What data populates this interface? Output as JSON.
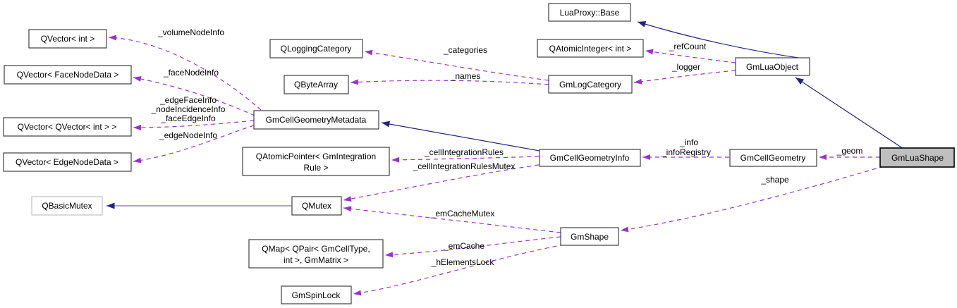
{
  "diagram": {
    "kind": "class-collaboration-graph",
    "selected_node": "GmLuaShape",
    "colors": {
      "usage_edge": "#9932cc",
      "inheritance_edge": "#24247e",
      "node_border": "#404040",
      "external_node_border": "#c2c2c2",
      "node_fill": "#ffffff",
      "selected_node_fill": "#bfbfbf",
      "background": "#ffffff"
    },
    "nodes": {
      "qvector_int": {
        "label": "QVector< int >"
      },
      "qvector_facenodedata": {
        "label": "QVector< FaceNodeData >"
      },
      "qvector_qvector_int": {
        "label": "QVector< QVector< int > >"
      },
      "qvector_edgenodedata": {
        "label": "QVector< EdgeNodeData >"
      },
      "qloggingcategory": {
        "label": "QLoggingCategory"
      },
      "qbytearray": {
        "label": "QByteArray"
      },
      "gmcellgeometrymetadata": {
        "label": "GmCellGeometryMetadata"
      },
      "qatomicpointer_gmintegrationrule": {
        "line1": "QAtomicPointer< GmIntegration",
        "line2": "Rule >"
      },
      "qbasicmutex": {
        "label": "QBasicMutex"
      },
      "qmutex": {
        "label": "QMutex"
      },
      "qmap_qpair_gmcelltype": {
        "line1": "QMap< QPair< GmCellType,",
        "line2": "int >, GmMatrix >"
      },
      "gmspinlock": {
        "label": "GmSpinLock"
      },
      "luaproxy_base": {
        "label": "LuaProxy::Base"
      },
      "qatomicinteger_int": {
        "label": "QAtomicInteger< int >"
      },
      "gmlogcategory": {
        "label": "GmLogCategory"
      },
      "gmluaobject": {
        "label": "GmLuaObject"
      },
      "gmcellgeometryinfo": {
        "label": "GmCellGeometryInfo"
      },
      "gmcellgeometry": {
        "label": "GmCellGeometry"
      },
      "gmluashape": {
        "label": "GmLuaShape"
      },
      "gmshape": {
        "label": "GmShape"
      }
    },
    "edges": [
      {
        "from": "GmCellGeometryMetadata",
        "to": "QVector< int >",
        "type": "usage",
        "labels": [
          "_volumeNodeInfo"
        ]
      },
      {
        "from": "GmCellGeometryMetadata",
        "to": "QVector< FaceNodeData >",
        "type": "usage",
        "labels": [
          "_faceNodeInfo"
        ]
      },
      {
        "from": "GmCellGeometryMetadata",
        "to": "QVector< QVector< int > >",
        "type": "usage",
        "labels": [
          "_edgeFaceInfo",
          "_nodeIncidenceInfo",
          "_faceEdgeInfo"
        ]
      },
      {
        "from": "GmCellGeometryMetadata",
        "to": "QVector< EdgeNodeData >",
        "type": "usage",
        "labels": [
          "_edgeNodeInfo"
        ]
      },
      {
        "from": "GmLogCategory",
        "to": "QLoggingCategory",
        "type": "usage",
        "labels": [
          "_categories"
        ]
      },
      {
        "from": "GmLogCategory",
        "to": "QByteArray",
        "type": "usage",
        "labels": [
          "_names"
        ]
      },
      {
        "from": "GmLuaObject",
        "to": "QAtomicInteger< int >",
        "type": "usage",
        "labels": [
          "_refCount"
        ]
      },
      {
        "from": "GmLuaObject",
        "to": "GmLogCategory",
        "type": "usage",
        "labels": [
          "_logger"
        ]
      },
      {
        "from": "GmCellGeometry",
        "to": "GmCellGeometryInfo",
        "type": "usage",
        "labels": [
          "_info",
          "_infoRegistry"
        ]
      },
      {
        "from": "GmLuaShape",
        "to": "GmCellGeometry",
        "type": "usage",
        "labels": [
          "_geom"
        ]
      },
      {
        "from": "GmCellGeometryInfo",
        "to": "QAtomicPointer< GmIntegrationRule >",
        "type": "usage",
        "labels": [
          "_cellIntegrationRules"
        ]
      },
      {
        "from": "GmCellGeometryInfo",
        "to": "QMutex",
        "type": "usage",
        "labels": [
          "_cellIntegrationRulesMutex"
        ]
      },
      {
        "from": "GmShape",
        "to": "QMutex",
        "type": "usage",
        "labels": [
          "_emCacheMutex"
        ]
      },
      {
        "from": "GmShape",
        "to": "QMap< QPair< GmCellType, int >, GmMatrix >",
        "type": "usage",
        "labels": [
          "_emCache"
        ]
      },
      {
        "from": "GmShape",
        "to": "GmSpinLock",
        "type": "usage",
        "labels": [
          "_hElementsLock"
        ]
      },
      {
        "from": "GmLuaShape",
        "to": "GmShape",
        "type": "usage",
        "labels": [
          "_shape"
        ]
      },
      {
        "from": "GmLuaObject",
        "to": "LuaProxy::Base",
        "type": "inheritance",
        "labels": []
      },
      {
        "from": "GmLuaShape",
        "to": "GmLuaObject",
        "type": "inheritance",
        "labels": []
      },
      {
        "from": "GmCellGeometryInfo",
        "to": "GmCellGeometryMetadata",
        "type": "inheritance",
        "labels": []
      },
      {
        "from": "QMutex",
        "to": "QBasicMutex",
        "type": "inheritance",
        "labels": []
      }
    ]
  }
}
